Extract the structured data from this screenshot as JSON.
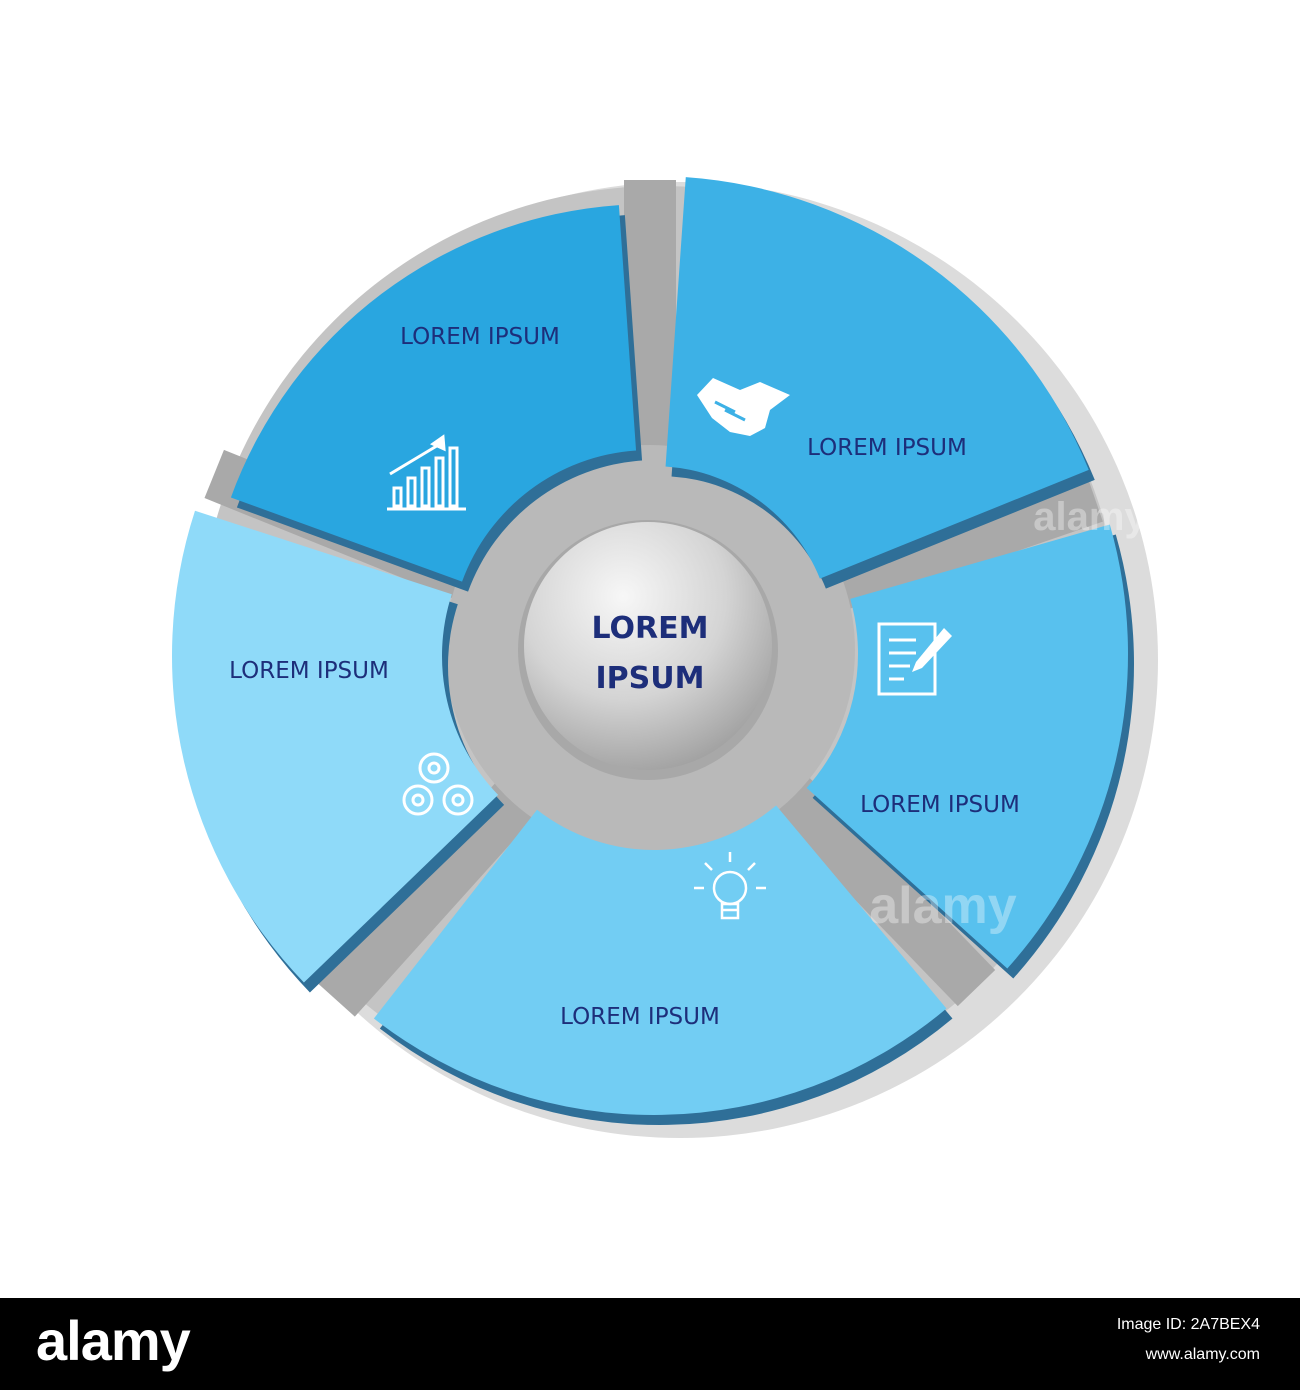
{
  "diagram": {
    "center_label_line1": "LOREM",
    "center_label_line2": "IPSUM",
    "segments": [
      {
        "label": "LOREM IPSUM",
        "icon": "growth-chart-icon",
        "color": "#29a6e0"
      },
      {
        "label": "LOREM IPSUM",
        "icon": "handshake-icon",
        "color": "#3db1e6"
      },
      {
        "label": "LOREM IPSUM",
        "icon": "document-pen-icon",
        "color": "#58c1ee"
      },
      {
        "label": "LOREM IPSUM",
        "icon": "lightbulb-icon",
        "color": "#72cdf3"
      },
      {
        "label": "LOREM IPSUM",
        "icon": "gears-icon",
        "color": "#8fdaf9"
      }
    ],
    "hub_color": "#b9b9b9",
    "side_color": "#2f6f98"
  },
  "watermark": {
    "text": "alamy"
  },
  "footer": {
    "brand": "alamy",
    "image_id": "Image ID: 2A7BEX4",
    "url": "www.alamy.com"
  }
}
